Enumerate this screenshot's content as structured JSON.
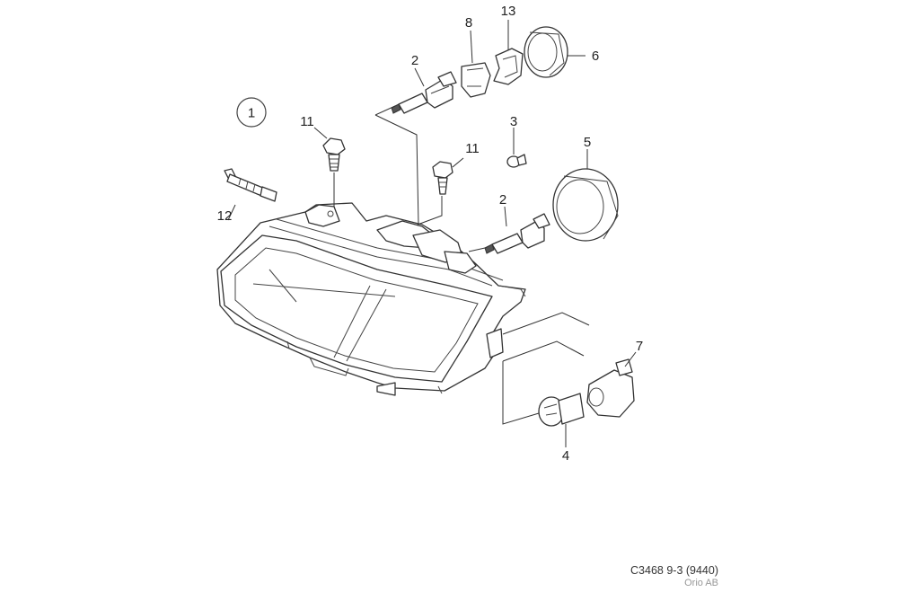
{
  "diagram": {
    "callouts": {
      "c1": "1",
      "c2a": "2",
      "c2b": "2",
      "c3": "3",
      "c4": "4",
      "c5": "5",
      "c6": "6",
      "c7": "7",
      "c8": "8",
      "c11a": "11",
      "c11b": "11",
      "c12": "12",
      "c13": "13"
    },
    "caption": {
      "code": "C3468 9-3 (9440)",
      "company": "Orio AB"
    }
  }
}
